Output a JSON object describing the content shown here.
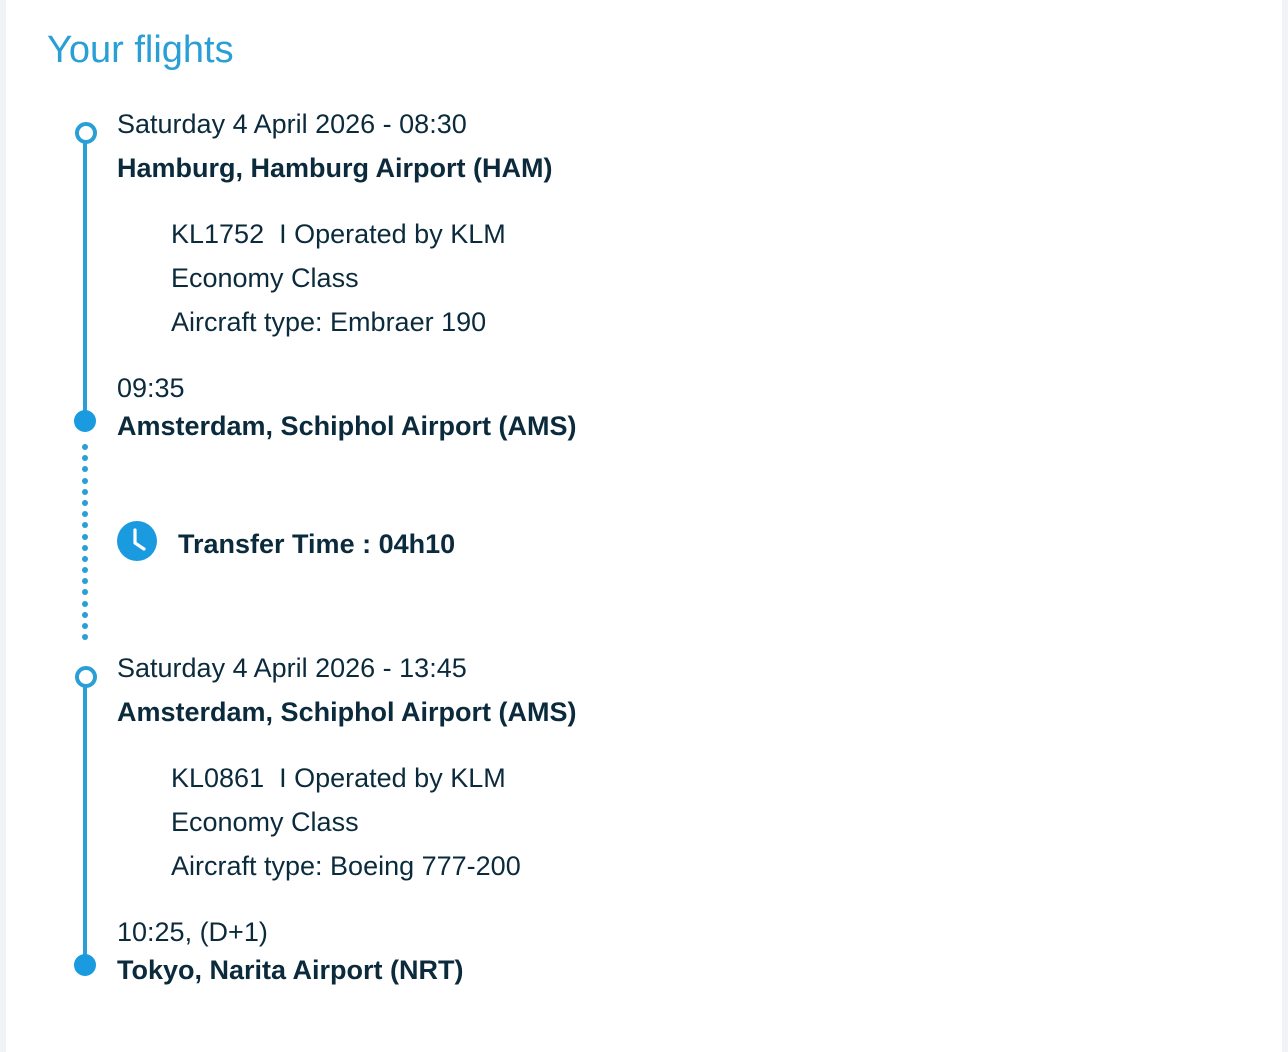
{
  "header": {
    "title": "Your flights"
  },
  "segments": [
    {
      "departure_datetime": "Saturday 4 April 2026 - 08:30",
      "departure_airport": "Hamburg, Hamburg Airport (HAM)",
      "flight_info": "KL1752  I Operated by KLM",
      "cabin_class": "Economy Class",
      "aircraft": "Aircraft type: Embraer 190",
      "arrival_time": "09:35",
      "arrival_airport": "Amsterdam, Schiphol Airport (AMS)"
    },
    {
      "departure_datetime": "Saturday 4 April 2026 - 13:45",
      "departure_airport": "Amsterdam, Schiphol Airport (AMS)",
      "flight_info": "KL0861  I Operated by KLM",
      "cabin_class": "Economy Class",
      "aircraft": "Aircraft type: Boeing 777-200",
      "arrival_time": "10:25, (D+1)",
      "arrival_airport": "Tokyo, Narita Airport (NRT)"
    }
  ],
  "transfer": {
    "label": "Transfer Time : 04h10",
    "icon": "clock-icon"
  },
  "colors": {
    "accent": "#2a9fd6",
    "marker": "#1a9be0",
    "text": "#0b2b3d",
    "background": "#f0f2f5"
  }
}
